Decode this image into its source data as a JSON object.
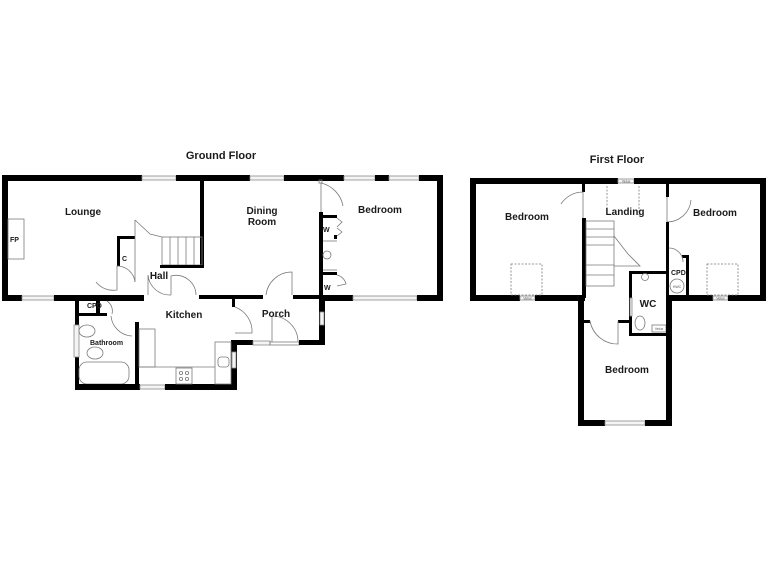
{
  "floors": [
    {
      "title": "Ground Floor",
      "rooms": [
        {
          "label": "Lounge"
        },
        {
          "label": "Dining"
        },
        {
          "label": "Room"
        },
        {
          "label": "Bedroom"
        },
        {
          "label": "Hall"
        },
        {
          "label": "Kitchen"
        },
        {
          "label": "Porch"
        },
        {
          "label": "Bathroom"
        }
      ],
      "fixtures": {
        "fireplace": "FP",
        "cupboard_hall": "C",
        "cupboard_cpd": "CPD",
        "wardrobe_top": "W",
        "wardrobe_bottom": "W"
      }
    },
    {
      "title": "First Floor",
      "rooms": [
        {
          "label": "Bedroom"
        },
        {
          "label": "Landing"
        },
        {
          "label": "Bedroom"
        },
        {
          "label": "WC"
        },
        {
          "label": "Bedroom"
        }
      ],
      "fixtures": {
        "cupboard_cpd": "CPD",
        "hot_water_cylinder": "HWC",
        "velux": "Velux"
      }
    }
  ]
}
